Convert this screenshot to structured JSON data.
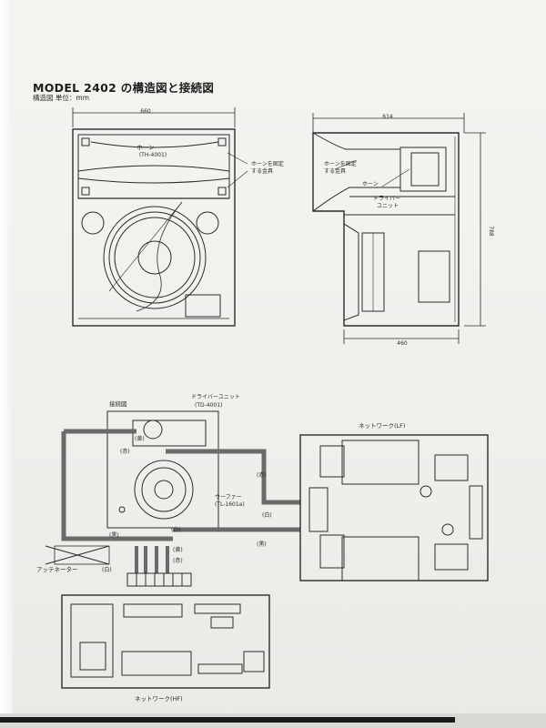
{
  "document": {
    "title": "MODEL 2402 の構造図と接続図",
    "subtitle": "構造図 単位：mm"
  },
  "dimensions": {
    "width_front": "660",
    "depth_top": "614",
    "depth_bottom": "460",
    "height_side": "788"
  },
  "front_view_labels": {
    "horn": "ホーン",
    "horn_model": "(TH-4001)",
    "horn_fixing_1": "ホーンを固定",
    "horn_fixing_2": "する金具"
  },
  "side_view_labels": {
    "horn_fixing_1": "ホーンを固定",
    "horn_fixing_2": "する金具",
    "horn": "ホーン",
    "driver_1": "ドライバー",
    "driver_2": "ユニット"
  },
  "wiring_labels": {
    "wiring_diagram": "接続図",
    "driver_unit": "ドライバーユニット",
    "driver_model": "(TD-4001)",
    "red": "(赤)",
    "yellow": "(黄)",
    "white": "(白)",
    "black": "(黒)",
    "woofer": "ウーファー",
    "woofer_model": "(TL-1601a)",
    "attenuator": "アッテネーター",
    "network_lf": "ネットワーク(LF)",
    "network_hf": "ネットワーク(HF)"
  }
}
